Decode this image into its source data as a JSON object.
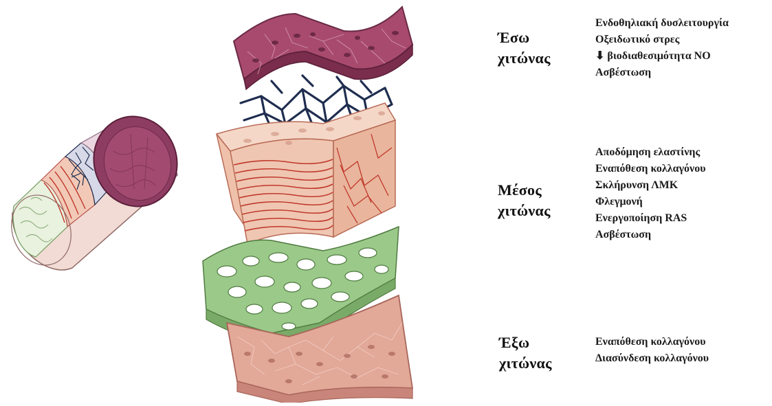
{
  "layers": [
    {
      "key": "intima",
      "title_line1": "Έσω",
      "title_line2": "χιτώνας",
      "effects": [
        "Ενδοθηλιακή δυσλειτουργία",
        "Οξειδωτικό στρες",
        "⬇ βιοδιαθεσιμότητα NO",
        "Ασβέστωση"
      ]
    },
    {
      "key": "media",
      "title_line1": "Μέσος",
      "title_line2": "χιτώνας",
      "effects": [
        "Αποδόμηση ελαστίνης",
        "Εναπόθεση κολλαγόνου",
        "Σκλήρυνση ΛΜΚ",
        "Φλεγμονή",
        "Ενεργοποίηση RAS",
        "Ασβέστωση"
      ]
    },
    {
      "key": "adventitia",
      "title_line1": "Έξω",
      "title_line2": "χιτώνας",
      "effects": [
        "Εναπόθεση κολλαγόνου",
        "Διασύνδεση κολλαγόνου"
      ]
    }
  ],
  "colors": {
    "endothelium": "#a84a6e",
    "endothelium_dark": "#7a2d4c",
    "elastic_lamina": "#1f2d4f",
    "media_face": "#edc3ae",
    "media_fibers": "#c0392b",
    "external_lamina": "#9bc98a",
    "adventitia": "#e2a898",
    "text": "#111111"
  }
}
